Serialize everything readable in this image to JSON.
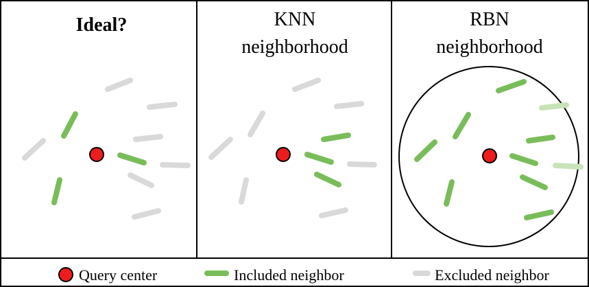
{
  "panels": [
    {
      "id": "ideal",
      "title_lines": [
        "Ideal?"
      ],
      "bold": true
    },
    {
      "id": "knn",
      "title_lines": [
        "KNN",
        "neighborhood"
      ],
      "bold": false
    },
    {
      "id": "rbn",
      "title_lines": [
        "RBN",
        "neighborhood"
      ],
      "bold": false
    }
  ],
  "legend": {
    "query_center": "Query center",
    "included": "Included neighbor",
    "excluded": "Excluded neighbor"
  },
  "colors": {
    "query_fill": "#ee1c1c",
    "query_stroke": "#000000",
    "included": "#79bd5a",
    "included_faded": "#c8e3b9",
    "excluded": "#d9d9d9",
    "border": "#000000"
  }
}
